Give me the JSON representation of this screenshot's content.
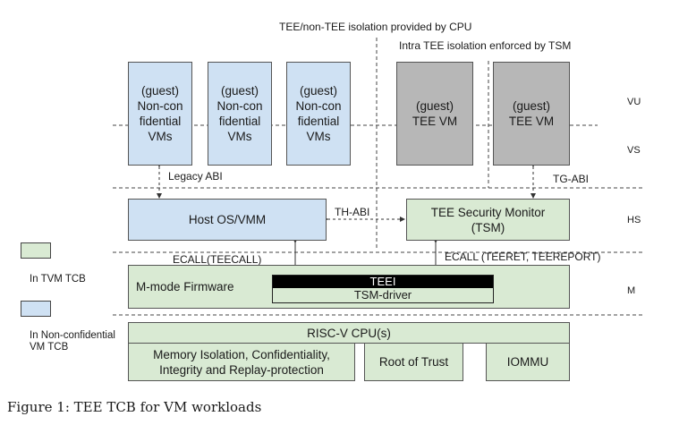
{
  "header": {
    "cpu_isolation": "TEE/non-TEE isolation provided by CPU",
    "tsm_isolation": "Intra TEE isolation enforced by TSM"
  },
  "guest_vms": [
    {
      "label": "(guest)\nNon-con\nfidential\nVMs"
    },
    {
      "label": "(guest)\nNon-con\nfidential\nVMs"
    },
    {
      "label": "(guest)\nNon-con\nfidential\nVMs"
    },
    {
      "label": "(guest)\nTEE VM"
    },
    {
      "label": "(guest)\nTEE VM"
    }
  ],
  "privilege_levels": {
    "vu": "VU",
    "vs": "VS",
    "hs": "HS",
    "m": "M"
  },
  "interfaces": {
    "legacy_abi": "Legacy ABI",
    "tg_abi": "TG-ABI",
    "th_abi": "TH-ABI",
    "ecall_teecall": "ECALL(TEECALL)",
    "ecall_teeret": "ECALL (TEERET, TEEREPORT)"
  },
  "components": {
    "host": "Host OS/VMM",
    "tsm": "TEE Security Monitor\n(TSM)",
    "mmode": "M-mode Firmware",
    "teei": "TEEI",
    "tsm_driver": "TSM-driver",
    "cpu": "RISC-V CPU(s)",
    "memory": "Memory Isolation, Confidentiality,\nIntegrity and Replay-protection",
    "root_of_trust": "Root of Trust",
    "iommu": "IOMMU"
  },
  "legend": {
    "tvm": "In TVM TCB",
    "nonconf": "In Non-confidential\nVM TCB"
  },
  "colors": {
    "tvm_tcb": "#d9ead3",
    "nonconf_tcb": "#cfe1f3",
    "tee_vm": "#b7b7b7"
  },
  "caption": "Figure 1: TEE TCB for VM workloads"
}
